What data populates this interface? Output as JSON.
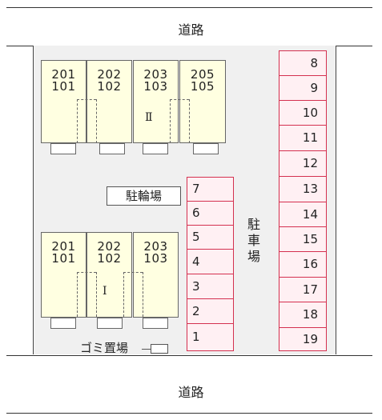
{
  "roads": {
    "top": "道路",
    "bottom": "道路"
  },
  "building_upper": {
    "label": "Ⅱ",
    "units": [
      {
        "upper": "201",
        "lower": "101"
      },
      {
        "upper": "202",
        "lower": "102"
      },
      {
        "upper": "203",
        "lower": "103"
      },
      {
        "upper": "205",
        "lower": "105"
      }
    ]
  },
  "building_lower": {
    "label": "Ⅰ",
    "units": [
      {
        "upper": "201",
        "lower": "101"
      },
      {
        "upper": "202",
        "lower": "102"
      },
      {
        "upper": "203",
        "lower": "103"
      }
    ]
  },
  "bicycle_parking": "駐輪場",
  "parking_label": [
    "駐",
    "車",
    "場"
  ],
  "garbage": "ゴミ置場",
  "parking_left": [
    "7",
    "6",
    "5",
    "4",
    "3",
    "2",
    "1"
  ],
  "parking_right": [
    "8",
    "9",
    "10",
    "11",
    "12",
    "13",
    "14",
    "15",
    "16",
    "17",
    "18",
    "19"
  ],
  "colors": {
    "unit_fill": "#ffffe1",
    "spot_fill": "#fff0f3",
    "spot_border": "#d4304f",
    "site_fill": "#f0f0f0"
  }
}
